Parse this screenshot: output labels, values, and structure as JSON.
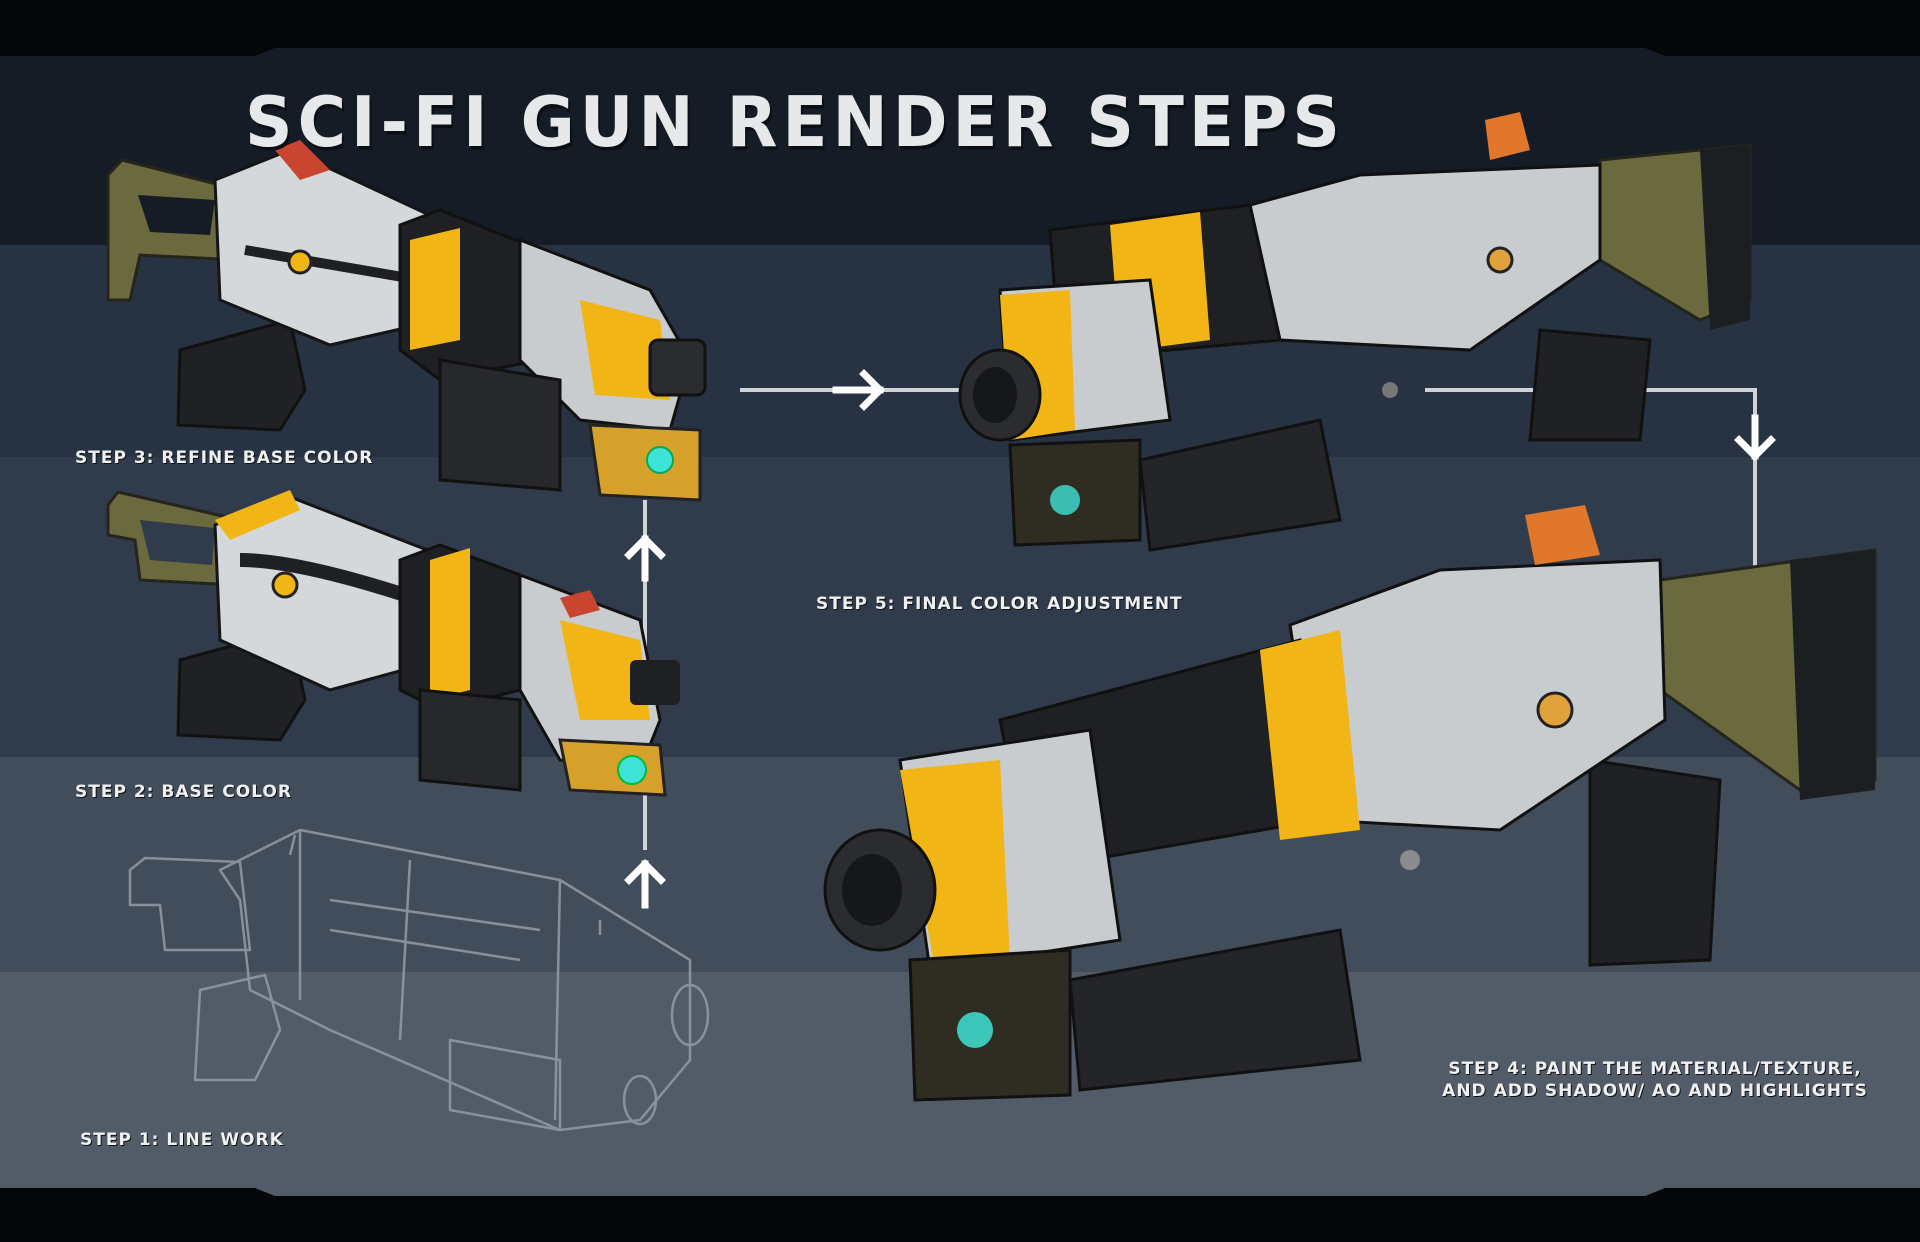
{
  "title": "SCI-FI GUN RENDER STEPS",
  "steps": {
    "step1": "STEP 1: LINE WORK",
    "step2": "STEP 2: BASE COLOR",
    "step3": "STEP 3: REFINE BASE COLOR",
    "step4": "STEP 4: PAINT THE MATERIAL/TEXTURE, AND ADD SHADOW/ AO AND HIGHLIGHTS",
    "step5": "STEP 5: FINAL COLOR ADJUSTMENT"
  },
  "colors": {
    "yellow": "#f2b516",
    "orange": "#e0772a",
    "red": "#c9452f",
    "metal": "#c9ccce",
    "dark": "#1e2023",
    "stock": "#6b6a3f",
    "cyan": "#3fe3d6"
  }
}
